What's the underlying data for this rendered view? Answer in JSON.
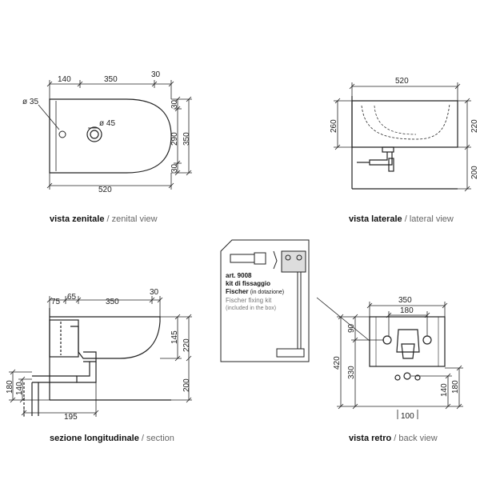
{
  "views": {
    "top": {
      "caption_it": "vista zenitale",
      "caption_sep": " / ",
      "caption_en": "zenital view",
      "dims": {
        "d140": "140",
        "d350": "350",
        "d30": "30",
        "d35": "ø 35",
        "d45": "ø 45",
        "d520": "520",
        "r30a": "30",
        "r290": "290",
        "r350": "350",
        "r30b": "30"
      }
    },
    "side": {
      "caption_it": "vista laterale",
      "caption_sep": " / ",
      "caption_en": "lateral view",
      "dims": {
        "d520": "520",
        "d260": "260",
        "d220": "220",
        "d200": "200"
      }
    },
    "section": {
      "caption_it": "sezione longitudinale",
      "caption_sep": " / ",
      "caption_en": "section",
      "dims": {
        "d75": "75",
        "d65": "65",
        "d350": "350",
        "d30": "30",
        "d145": "145",
        "d220": "220",
        "d200": "200",
        "d180": "180",
        "d140": "140",
        "d195": "195"
      }
    },
    "back": {
      "caption_it": "vista retro",
      "caption_sep": " / ",
      "caption_en": "back view",
      "dims": {
        "d350": "350",
        "d180": "180",
        "d90": "90",
        "d420": "420",
        "d330": "330",
        "d140": "140",
        "d180b": "180",
        "d100": "100"
      }
    }
  },
  "kit": {
    "art": "art. 9008",
    "line1": "kit di fissaggio",
    "line2a": "Fischer",
    "line2b": "(in dotazione)",
    "line3": "Fischer fixing kit",
    "line4": "(included in the box)"
  }
}
